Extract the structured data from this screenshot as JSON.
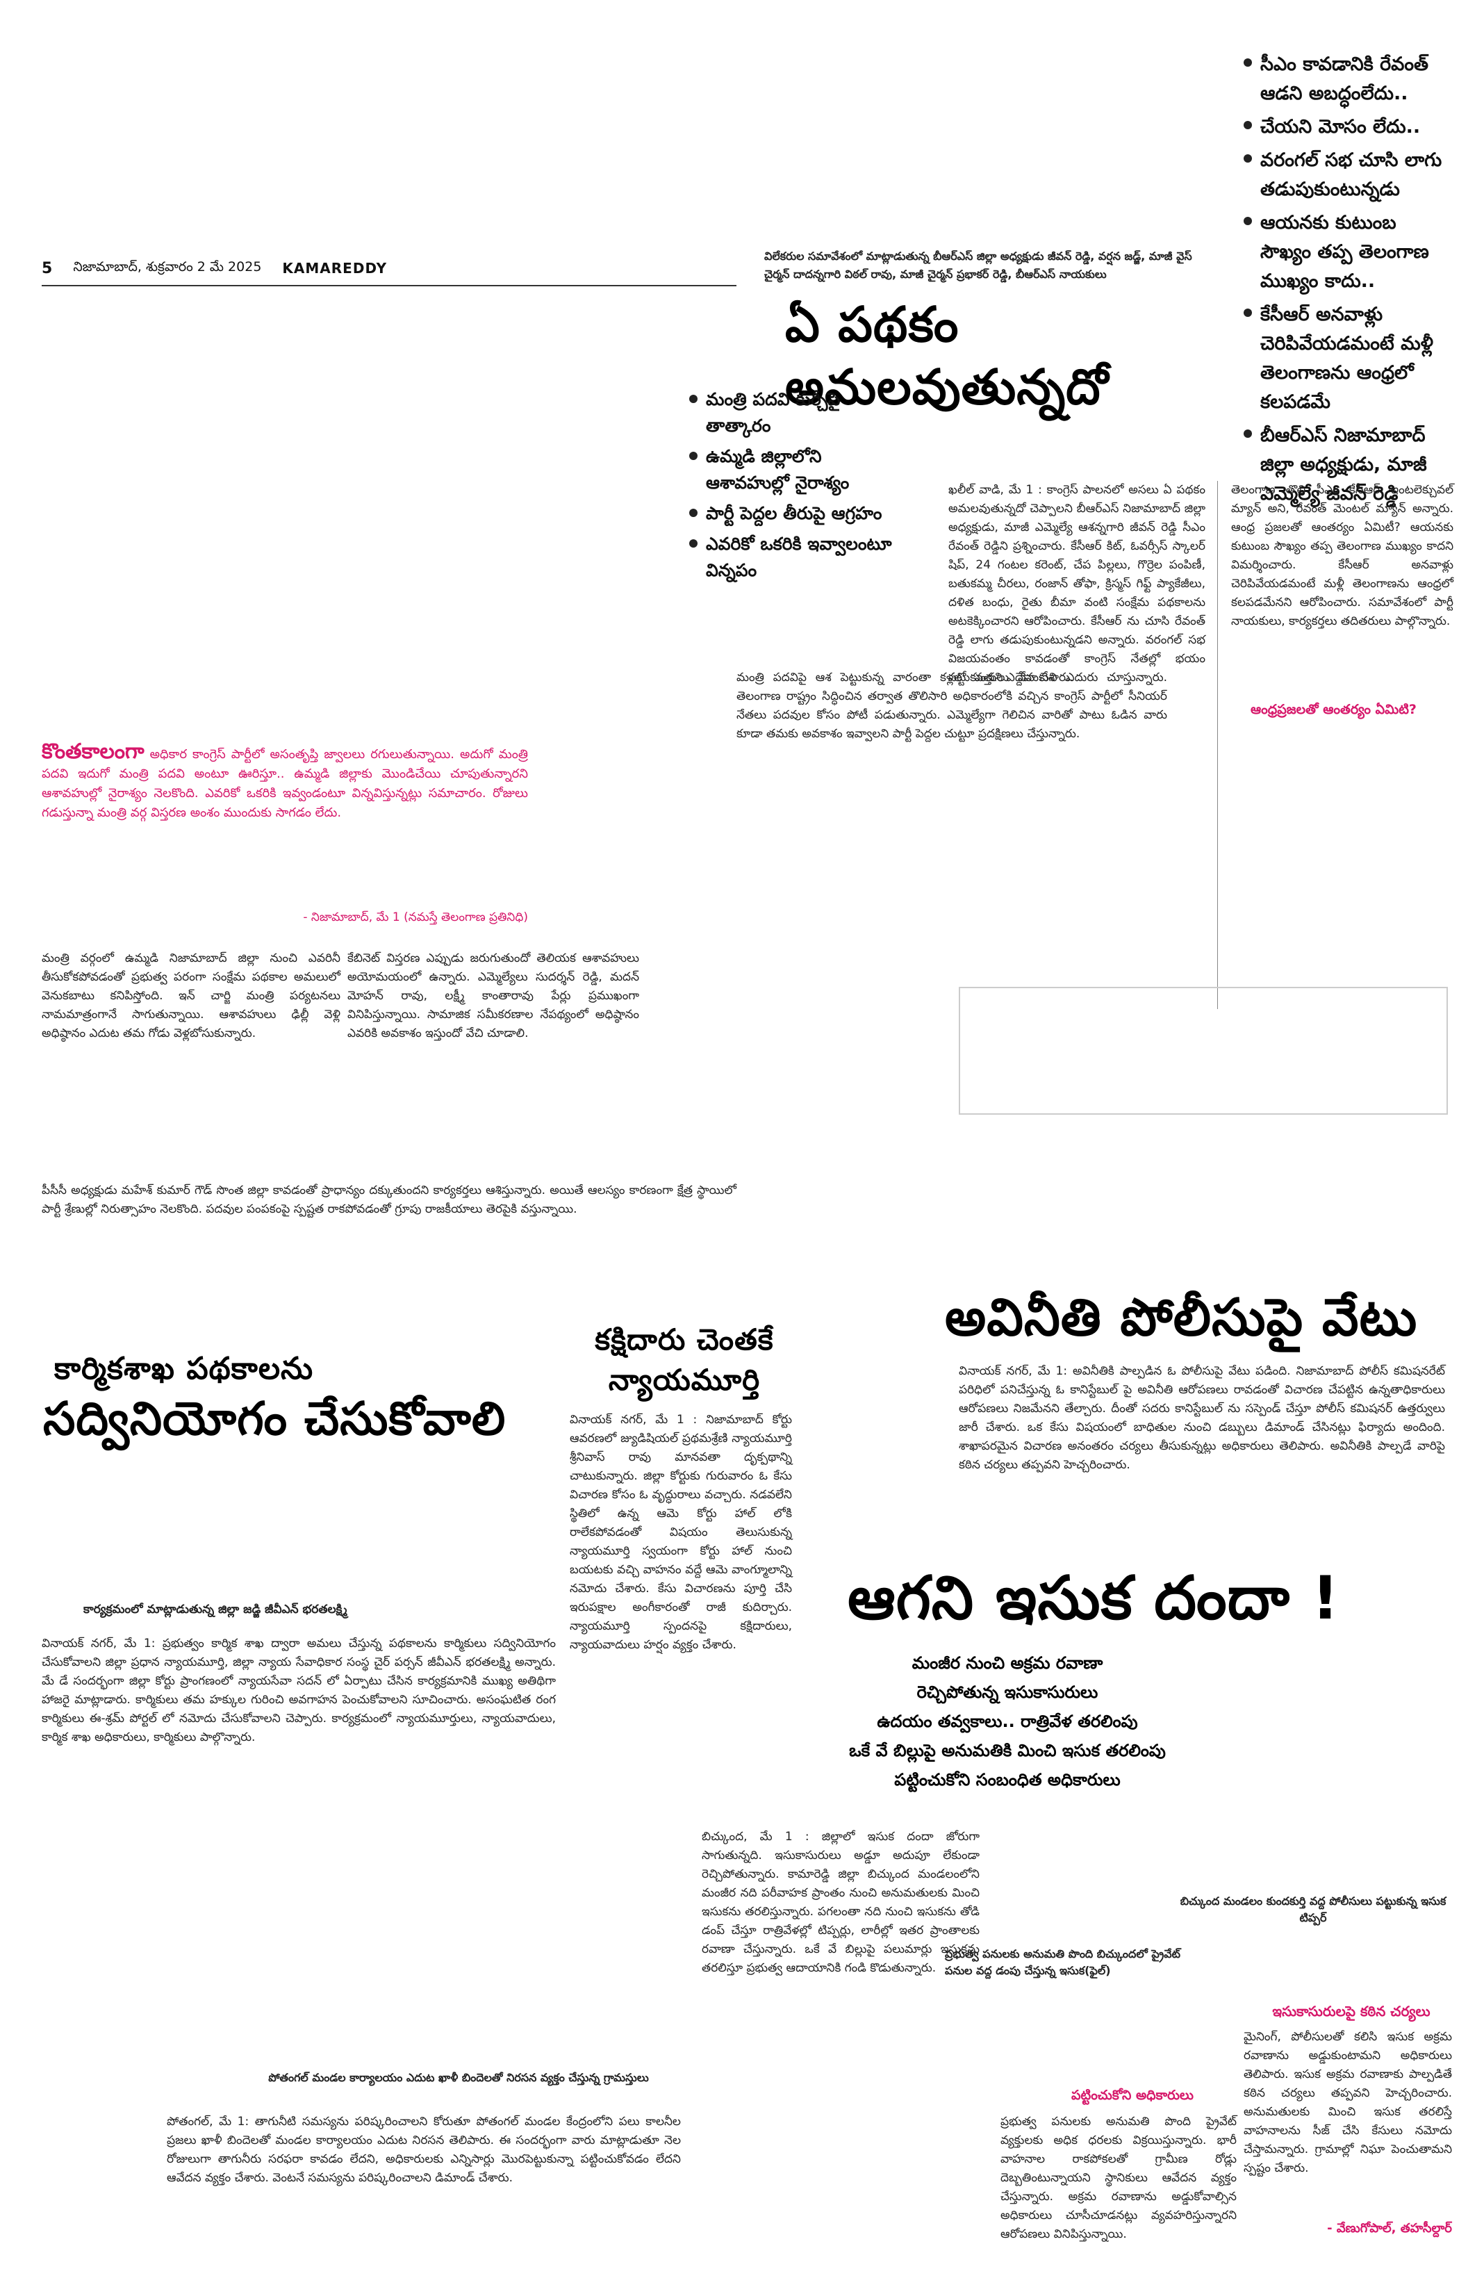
{
  "masthead": {
    "page_number": "5",
    "date_line": "నిజామాబాద్, శుక్రవారం 2 మే 2025",
    "edition": "KAMAREDDY"
  },
  "top_right_bullets": [
    "సీఎం కావడానికి రేవంత్ ఆడని అబద్ధంలేదు..",
    "చేయని మోసం లేదు..",
    "వరంగల్ సభ చూసి లాగు తడుపుకుంటున్నడు",
    "ఆయనకు కుటుంబ సౌఖ్యం తప్ప తెలంగాణ ముఖ్యం కాదు..",
    "కేసీఆర్ అనవాళ్లు చెరిపివేయడమంటే మళ్లీ తెలంగాణను ఆంధ్రలో కలపడమే",
    "బీఆర్ఎస్ నిజామాబాద్ జిల్లా అధ్యక్షుడు, మాజీ ఎమ్మెల్యే జీవన్ రెడ్డి"
  ],
  "story_main": {
    "photo_caption": "విలేకరుల సమావేశంలో మాట్లాడుతున్న బీఆర్ఎస్ జిల్లా అధ్యక్షుడు జీవన్ రెడ్డి, వర్షన జడ్జ్, మాజీ వైస్ చైర్మన్ దాదన్నగారి విఠల్ రావు, మాజీ చైర్మన్ ప్రభాకర్ రెడ్డి, బీఆర్ఎస్ నాయకులు",
    "headline": "ఏ పథకం అమలవుతున్నదో",
    "bullets": [
      "మంత్రి పదవి కుర్చీపై తాత్కారం",
      "ఉమ్మడి జిల్లాలోని ఆశావహుల్లో నైరాశ్యం",
      "పార్టీ పెద్దల తీరుపై ఆగ్రహం",
      "ఎవరికో ఒకరికి ఇవ్వాలంటూ విన్నపం"
    ],
    "body_col1": "ఖలీల్ వాడి, మే 1 : కాంగ్రెస్ పాలనలో అసలు ఏ పథకం అమలవుతున్నదో చెప్పాలని బీఆర్ఎస్ నిజామాబాద్ జిల్లా అధ్యక్షుడు, మాజీ ఎమ్మెల్యే ఆశన్నగారి జీవన్ రెడ్డి సీఎం రేవంత్ రెడ్డిని ప్రశ్నించారు. కేసీఆర్ కిట్, ఓవర్సీస్ స్కాలర్ షిప్, 24 గంటల కరెంట్, చేప పిల్లలు, గొర్రెల పంపిణీ, బతుకమ్మ చీరలు, రంజాన్ తోఫా, క్రిస్మస్ గిఫ్ట్ ప్యాకేజీలు, దళిత బంధు, రైతు బీమా వంటి సంక్షేమ పథకాలను అటకెక్కించారని ఆరోపించారు. కేసీఆర్ ను చూసి రేవంత్ రెడ్డి లాగు తడుపుకుంటున్నడని అన్నారు. వరంగల్ సభ విజయవంతం కావడంతో కాంగ్రెస్ నేతల్లో భయం పట్టుకుందని ఎద్దేవా చేశారు.",
    "body_col2": "తెలంగాణ తొలి సీఎం కేసీఆర్ ఇంటలెక్చువల్ మ్యాన్ అని, రేవంత్ మెంటల్ మ్యాన్ అన్నారు. ఆంధ్ర ప్రజలతో ఆంతర్యం ఏమిటీ? ఆయనకు కుటుంబ సౌఖ్యం తప్ప తెలంగాణ ముఖ్యం కాదని విమర్శించారు. కేసీఆర్ అనవాళ్లు చెరిపివేయడమంటే మళ్లీ తెలంగాణను ఆంధ్రలో కలపడమేనని ఆరోపించారు. సమావేశంలో పార్టీ నాయకులు, కార్యకర్తలు తదితరులు పాల్గొన్నారు.",
    "subhead": "ఆంధ్రప్రజలతో ఆంతర్యం ఏమిటి?"
  },
  "story_minister": {
    "intro_bold": "కొంతకాలంగా",
    "intro": "అధికార కాంగ్రెస్ పార్టీలో అసంతృప్తి జ్వాలలు రగులుతున్నాయి. అదుగో మంత్రి పదవి ఇదుగో మంత్రి పదవి అంటూ ఊరిస్తూ.. ఉమ్మడి జిల్లాకు మొండిచేయి చూపుతున్నారని ఆశావహుల్లో నైరాశ్యం నెలకొంది. ఎవరికో ఒకరికి ఇవ్వండంటూ విన్నవిస్తున్నట్లు సమాచారం. రోజులు గడుస్తున్నా మంత్రి వర్గ విస్తరణ అంశం ముందుకు సాగడం లేదు.",
    "dateline": "- నిజామాబాద్, మే 1 (నమస్తే తెలంగాణ ప్రతినిధి)",
    "body_a": "మంత్రి పదవిపై ఆశ పెట్టుకున్న వారంతా కళ్లలో వత్తులు వేసుకుని ఎదురు చూస్తున్నారు. తెలంగాణ రాష్ట్రం సిద్ధించిన తర్వాత తొలిసారి అధికారంలోకి వచ్చిన కాంగ్రెస్ పార్టీలో సీనియర్ నేతలు పదవుల కోసం పోటీ పడుతున్నారు. ఎమ్మెల్యేగా గెలిచిన వారితో పాటు ఓడిన వారు కూడా తమకు అవకాశం ఇవ్వాలని పార్టీ పెద్దల చుట్టూ ప్రదక్షిణలు చేస్తున్నారు.",
    "body_b": "మంత్రి వర్గంలో ఉమ్మడి నిజామాబాద్ జిల్లా నుంచి ఎవరినీ తీసుకోకపోవడంతో ప్రభుత్వ పరంగా సంక్షేమ పథకాల అమలులో వెనుకబాటు కనిపిస్తోంది. ఇన్ చార్జి మంత్రి పర్యటనలు నామమాత్రంగానే సాగుతున్నాయి. ఆశావహులు ఢిల్లీ వెళ్లి అధిష్ఠానం ఎదుట తమ గోడు వెళ్లబోసుకున్నారు.",
    "body_c": "కేబినెట్ విస్తరణ ఎప్పుడు జరుగుతుందో తెలియక ఆశావహులు అయోమయంలో ఉన్నారు. ఎమ్మెల్యేలు సుదర్శన్ రెడ్డి, మదన్ మోహన్ రావు, లక్ష్మీ కాంతారావు పేర్లు ప్రముఖంగా వినిపిస్తున్నాయి. సామాజిక సమీకరణాల నేపథ్యంలో అధిష్ఠానం ఎవరికి అవకాశం ఇస్తుందో వేచి చూడాలి.",
    "body_d": "పీసీసీ అధ్యక్షుడు మహేశ్ కుమార్ గౌడ్ సొంత జిల్లా కావడంతో ప్రాధాన్యం దక్కుతుందని కార్యకర్తలు ఆశిస్తున్నారు. అయితే ఆలస్యం కారణంగా క్షేత్ర స్థాయిలో పార్టీ శ్రేణుల్లో నిరుత్సాహం నెలకొంది. పదవుల పంపకంపై స్పష్టత రాకపోవడంతో గ్రూపు రాజకీయాలు తెరపైకి వస్తున్నాయి."
  },
  "story_labour": {
    "headline_line1": "కార్మికశాఖ పథకాలను",
    "headline_line2": "సద్వినియోగం చేసుకోవాలి",
    "photo_caption": "కార్యక్రమంలో మాట్లాడుతున్న జిల్లా జడ్జి జీవీఎన్ భరతలక్ష్మి",
    "body": "వినాయక్ నగర్, మే 1: ప్రభుత్వం కార్మిక శాఖ ద్వారా అమలు చేస్తున్న పథకాలను కార్మికులు సద్వినియోగం చేసుకోవాలని జిల్లా ప్రధాన న్యాయమూర్తి, జిల్లా న్యాయ సేవాధికార సంస్థ చైర్ పర్సన్ జీవీఎన్ భరతలక్ష్మి అన్నారు. మే డే సందర్భంగా జిల్లా కోర్టు ప్రాంగణంలో న్యాయసేవా సదన్ లో ఏర్పాటు చేసిన కార్యక్రమానికి ముఖ్య అతిథిగా హాజరై మాట్లాడారు. కార్మికులు తమ హక్కుల గురించి అవగాహన పెంచుకోవాలని సూచించారు. అసంఘటిత రంగ కార్మికులు ఈ-శ్రమ్ పోర్టల్ లో నమోదు చేసుకోవాలని చెప్పారు. కార్యక్రమంలో న్యాయమూర్తులు, న్యాయవాదులు, కార్మిక శాఖ అధికారులు, కార్మికులు పాల్గొన్నారు."
  },
  "story_judge": {
    "headline_line1": "కక్షిదారు చెంతకే",
    "headline_line2": "న్యాయమూర్తి",
    "body": "వినాయక్ నగర్, మే 1 : నిజామాబాద్ కోర్టు ఆవరణలో జ్యుడిషియల్ ప్రథమశ్రేణి న్యాయమూర్తి శ్రీనివాస్ రావు మానవతా దృక్పథాన్ని చాటుకున్నారు. జిల్లా కోర్టుకు గురువారం ఓ కేసు విచారణ కోసం ఓ వృద్ధురాలు వచ్చారు. నడవలేని స్థితిలో ఉన్న ఆమె కోర్టు హాల్ లోకి రాలేకపోవడంతో విషయం తెలుసుకున్న న్యాయమూర్తి స్వయంగా కోర్టు హాల్ నుంచి బయటకు వచ్చి వాహనం వద్దే ఆమె వాంగ్మూలాన్ని నమోదు చేశారు. కేసు విచారణను పూర్తి చేసి ఇరుపక్షాల అంగీకారంతో రాజీ కుదిర్చారు. న్యాయమూర్తి స్పందనపై కక్షిదారులు, న్యాయవాదులు హర్షం వ్యక్తం చేశారు."
  },
  "story_police": {
    "headline": "అవినీతి పోలీసుపై వేటు",
    "body": "వినాయక్ నగర్, మే 1: అవినీతికి పాల్పడిన ఓ పోలీసుపై వేటు పడింది. నిజామాబాద్ పోలీస్ కమిషనరేట్ పరిధిలో పనిచేస్తున్న ఓ కానిస్టేబుల్ పై అవినీతి ఆరోపణలు రావడంతో విచారణ చేపట్టిన ఉన్నతాధికారులు ఆరోపణలు నిజమేనని తేల్చారు. దీంతో సదరు కానిస్టేబుల్ ను సస్పెండ్ చేస్తూ పోలీస్ కమిషనర్ ఉత్తర్వులు జారీ చేశారు. ఒక కేసు విషయంలో బాధితుల నుంచి డబ్బులు డిమాండ్ చేసినట్లు ఫిర్యాదు అందింది. శాఖాపరమైన విచారణ అనంతరం చర్యలు తీసుకున్నట్లు అధికారులు తెలిపారు. అవినీతికి పాల్పడే వారిపై కఠిన చర్యలు తప్పవని హెచ్చరించారు."
  },
  "story_sand": {
    "headline": "ఆగని ఇసుక దందా !",
    "bullets": [
      "మంజీర నుంచి అక్రమ రవాణా",
      "రెచ్చిపోతున్న ఇసుకాసురులు",
      "ఉదయం తవ్వకాలు.. రాత్రివేళ తరలింపు",
      "ఒకే వే బిల్లుపై అనుమతికి మించి ఇసుక తరలింపు",
      "పట్టించుకోని సంబంధిత అధికారులు"
    ],
    "body_col1": "బిచ్కుంద, మే 1 : జిల్లాలో ఇసుక దందా జోరుగా సాగుతున్నది. ఇసుకాసురులు అడ్డూ అదుపూ లేకుండా రెచ్చిపోతున్నారు. కామారెడ్డి జిల్లా బిచ్కుంద మండలంలోని మంజీర నది పరీవాహక ప్రాంతం నుంచి అనుమతులకు మించి ఇసుకను తరలిస్తున్నారు. పగలంతా నది నుంచి ఇసుకను తోడి డంప్ చేస్తూ రాత్రివేళల్లో టిప్పర్లు, లారీల్లో ఇతర ప్రాంతాలకు రవాణా చేస్తున్నారు. ఒకే వే బిల్లుపై పలుమార్లు ఇసుకను తరలిస్తూ ప్రభుత్వ ఆదాయానికి గండి కొడుతున్నారు.",
    "body_col2": "ప్రభుత్వ పనులకు అనుమతి పొంది ప్రైవేట్ వ్యక్తులకు అధిక ధరలకు విక్రయిస్తున్నారు. భారీ వాహనాల రాకపోకలతో గ్రామీణ రోడ్లు దెబ్బతింటున్నాయని స్థానికులు ఆవేదన వ్యక్తం చేస్తున్నారు. అక్రమ రవాణాను అడ్డుకోవాల్సిన అధికారులు చూసీచూడనట్లు వ్యవహరిస్తున్నారని ఆరోపణలు వినిపిస్తున్నాయి.",
    "photo_caption": "బిచ్కుంద మండలం కుందకుర్తి వద్ద పోలీసులు పట్టుకున్న ఇసుక టిప్పర్",
    "inset_caption": "ప్రభుత్వ పనులకు అనుమతి పొంది బిచ్కుందలో ప్రైవేట్ పనుల వద్ద డంపు చేస్తున్న ఇసుక(ఫైల్)",
    "subhead_mid": "పట్టించుకోని అధికారులు",
    "subhead_right": "ఇసుకాసురులపై కఠిన చర్యలు",
    "body_right": "మైనింగ్, పోలీసులతో కలిసి ఇసుక అక్రమ రవాణాను అడ్డుకుంటామని అధికారులు తెలిపారు. ఇసుక అక్రమ రవాణాకు పాల్పడితే కఠిన చర్యలు తప్పవని హెచ్చరించారు. అనుమతులకు మించి ఇసుక తరలిస్తే వాహనాలను సీజ్ చేసి కేసులు నమోదు చేస్తామన్నారు. గ్రామాల్లో నిఘా పెంచుతామని స్పష్టం చేశారు.",
    "byline": "- వేణుగోపాల్, తహసీల్దార్"
  },
  "story_pothangal": {
    "photo_caption": "పోతంగల్ మండల కార్యాలయం ఎదుట ఖాళీ బిందెలతో నిరసన వ్యక్తం చేస్తున్న గ్రామస్తులు",
    "body": "పోతంగల్, మే 1: తాగునీటి సమస్యను పరిష్కరించాలని కోరుతూ పోతంగల్ మండల కేంద్రంలోని పలు కాలనీల ప్రజలు ఖాళీ బిందెలతో మండల కార్యాలయం ఎదుట నిరసన తెలిపారు. ఈ సందర్భంగా వారు మాట్లాడుతూ నెల రోజులుగా తాగునీరు సరఫరా కావడం లేదని, అధికారులకు ఎన్నిసార్లు మొరపెట్టుకున్నా పట్టించుకోవడం లేదని ఆవేదన వ్యక్తం చేశారు. వెంటనే సమస్యను పరిష్కరించాలని డిమాండ్ చేశారు."
  }
}
